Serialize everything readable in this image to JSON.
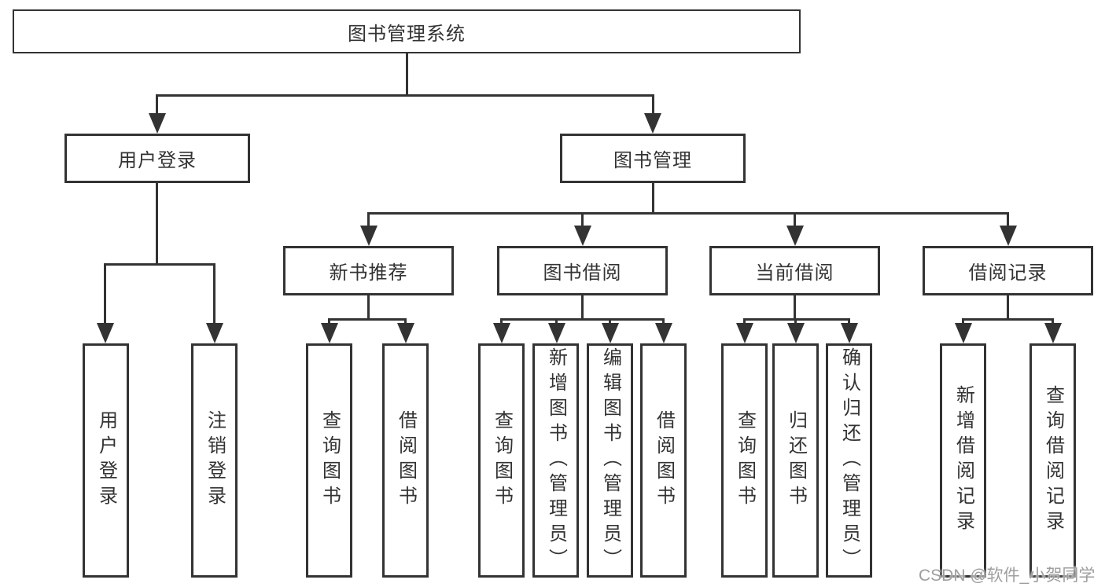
{
  "diagram": {
    "root": "图书管理系统",
    "login": {
      "label": "用户登录",
      "children": [
        "用户登录",
        "注销登录"
      ]
    },
    "management": {
      "label": "图书管理",
      "sections": [
        {
          "label": "新书推荐",
          "children": [
            "查询图书",
            "借阅图书"
          ]
        },
        {
          "label": "图书借阅",
          "children": [
            "查询图书",
            "新增图书（管理员）",
            "编辑图书（管理员）",
            "借阅图书"
          ]
        },
        {
          "label": "当前借阅",
          "children": [
            "查询图书",
            "归还图书",
            "确认归还（管理员）"
          ]
        },
        {
          "label": "借阅记录",
          "children": [
            "新增借阅记录",
            "查询借阅记录"
          ]
        }
      ]
    },
    "watermark": "CSDN @软件_小贺同学",
    "colors": {
      "line": "#333333",
      "text": "#333333",
      "watermark": "#9e9e9e",
      "background": "#ffffff"
    }
  }
}
